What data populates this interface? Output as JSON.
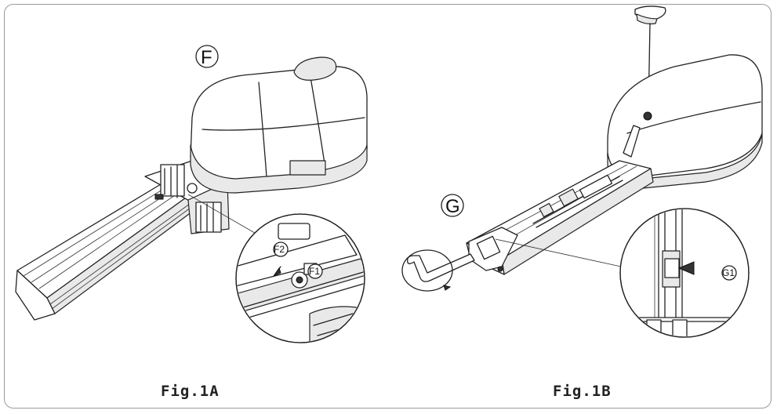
{
  "figures": {
    "fig_a": {
      "caption": "Fig.1A",
      "label_main": "F",
      "label_detail_1": "F1",
      "label_detail_2": "F2"
    },
    "fig_b": {
      "caption": "Fig.1B",
      "label_main": "G",
      "label_detail_1": "G1"
    }
  }
}
